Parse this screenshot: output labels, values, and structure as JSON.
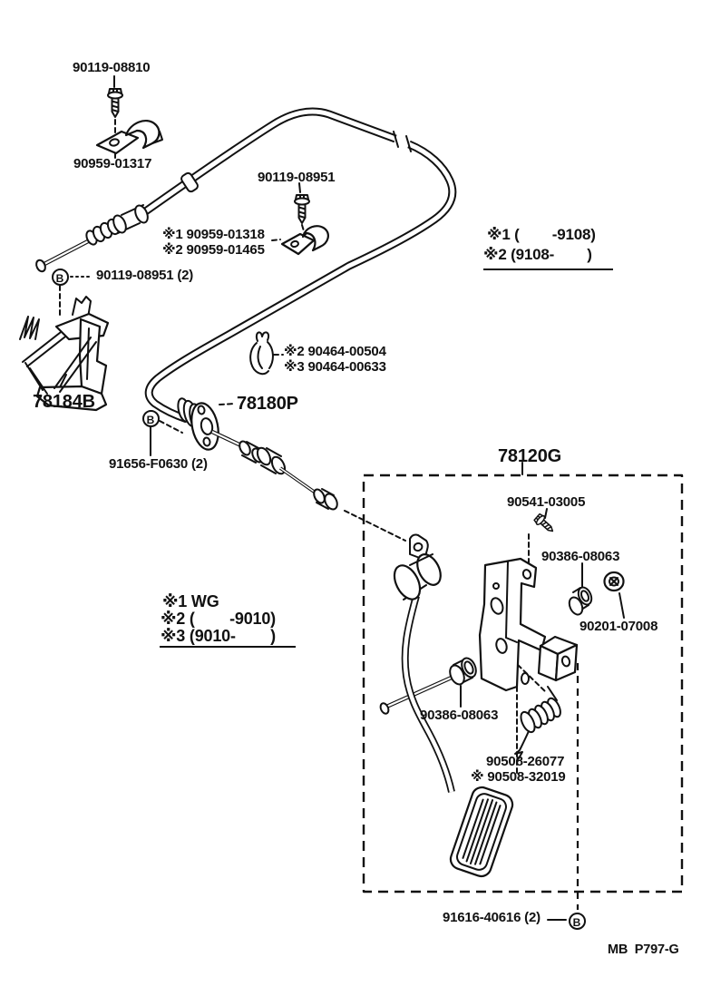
{
  "diagram": {
    "colors": {
      "ink": "#111111",
      "background": "#ffffff"
    },
    "footer_code": "MB  P797-G",
    "marker_b": "B",
    "labels": {
      "bolt_top": "90119-08810",
      "clamp_top": "90959-01317",
      "screw_mid": "90119-08951",
      "clamp_mid_v1": "※1 90959-01318",
      "clamp_mid_v2": "※2 90959-01465",
      "bolt_b_qty": "90119-08951 (2)",
      "pedal_bracket": "78184B",
      "clip_v2": "※2 90464-00504",
      "clip_v3": "※3 90464-00633",
      "accel_cable": "78180P",
      "bolt_grommet": "91656-F0630 (2)",
      "note_r1": "※1 (        -9108)",
      "note_r2": "※2 (9108-        )",
      "pedal_link": "78120G",
      "screw_pedal": "90541-03005",
      "bush": "90386-08063",
      "push_nut": "90201-07008",
      "note_l1": "※1 WG",
      "note_l2": "※2 (        -9010)",
      "note_l3": "※3 (9010-        )",
      "spring": "90508-26077",
      "spring_alt": "※ 90508-32019",
      "bolt_pivot": "91616-40616 (2)"
    }
  }
}
